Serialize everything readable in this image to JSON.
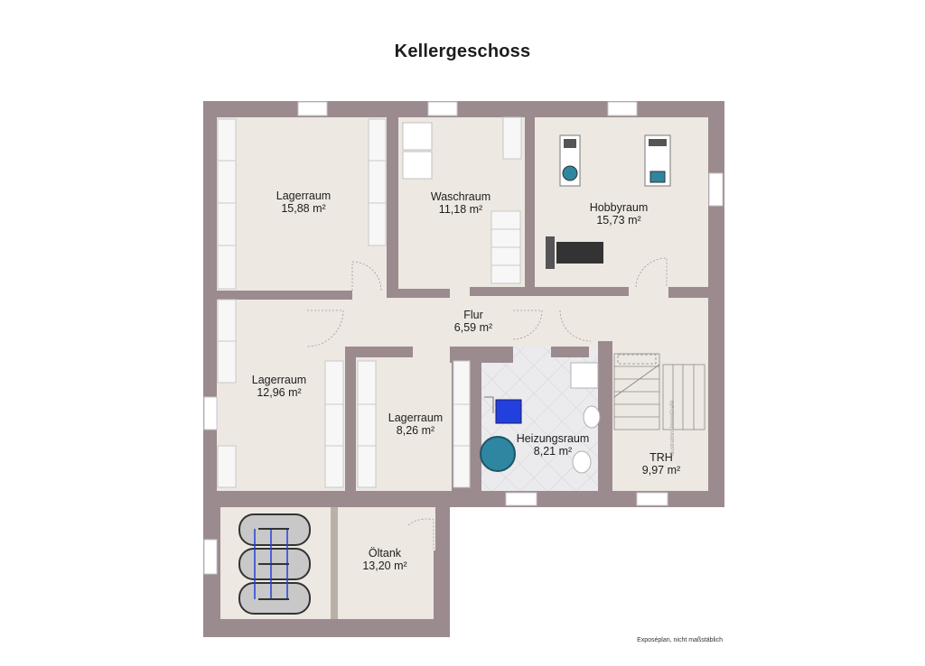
{
  "title": "Kellergeschoss",
  "rooms": [
    {
      "name": "Lagerraum",
      "area": "15,88 m²"
    },
    {
      "name": "Waschraum",
      "area": "11,18 m²"
    },
    {
      "name": "Hobbyraum",
      "area": "15,73 m²"
    },
    {
      "name": "Flur",
      "area": "6,59 m²"
    },
    {
      "name": "Lagerraum",
      "area": "12,96 m²"
    },
    {
      "name": "Lagerraum",
      "area": "8,26 m²"
    },
    {
      "name": "Heizungsraum",
      "area": "8,21 m²"
    },
    {
      "name": "TRH",
      "area": "9,97 m²"
    },
    {
      "name": "Öltank",
      "area": "13,20 m²"
    }
  ],
  "footnote": "Exposéplan, nicht maßstäblich",
  "watermark": "Illustration: ImmoGrafik",
  "colors": {
    "wall": "#9b8b8e",
    "floor": "#ede8e2",
    "tile": "#e9e9ec",
    "tank": "#2f86a0",
    "boiler": "#2240dd"
  }
}
